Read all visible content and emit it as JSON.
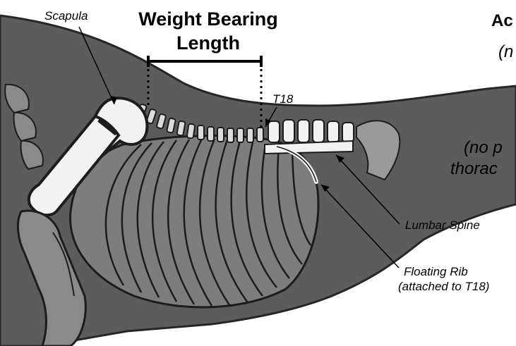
{
  "title": {
    "line1": "Weight Bearing",
    "line2": "Length"
  },
  "labels": {
    "scapula": "Scapula",
    "t18": "T18",
    "lumbar_spine": "Lumbar Spine",
    "floating_rib_line1": "Floating Rib",
    "floating_rib_line2": "(attached to T18)"
  },
  "cut_off_text": {
    "right_top": "Ac",
    "right_sub": "(n",
    "right_mid1": "(no p",
    "right_mid2": "thorac"
  },
  "colors": {
    "body": "#5c5c5c",
    "body_outline": "#262626",
    "bone": "#bcbcbc",
    "bone_light": "#f2f2f2",
    "leg": "#8a8a8a",
    "ink": "#000000"
  }
}
